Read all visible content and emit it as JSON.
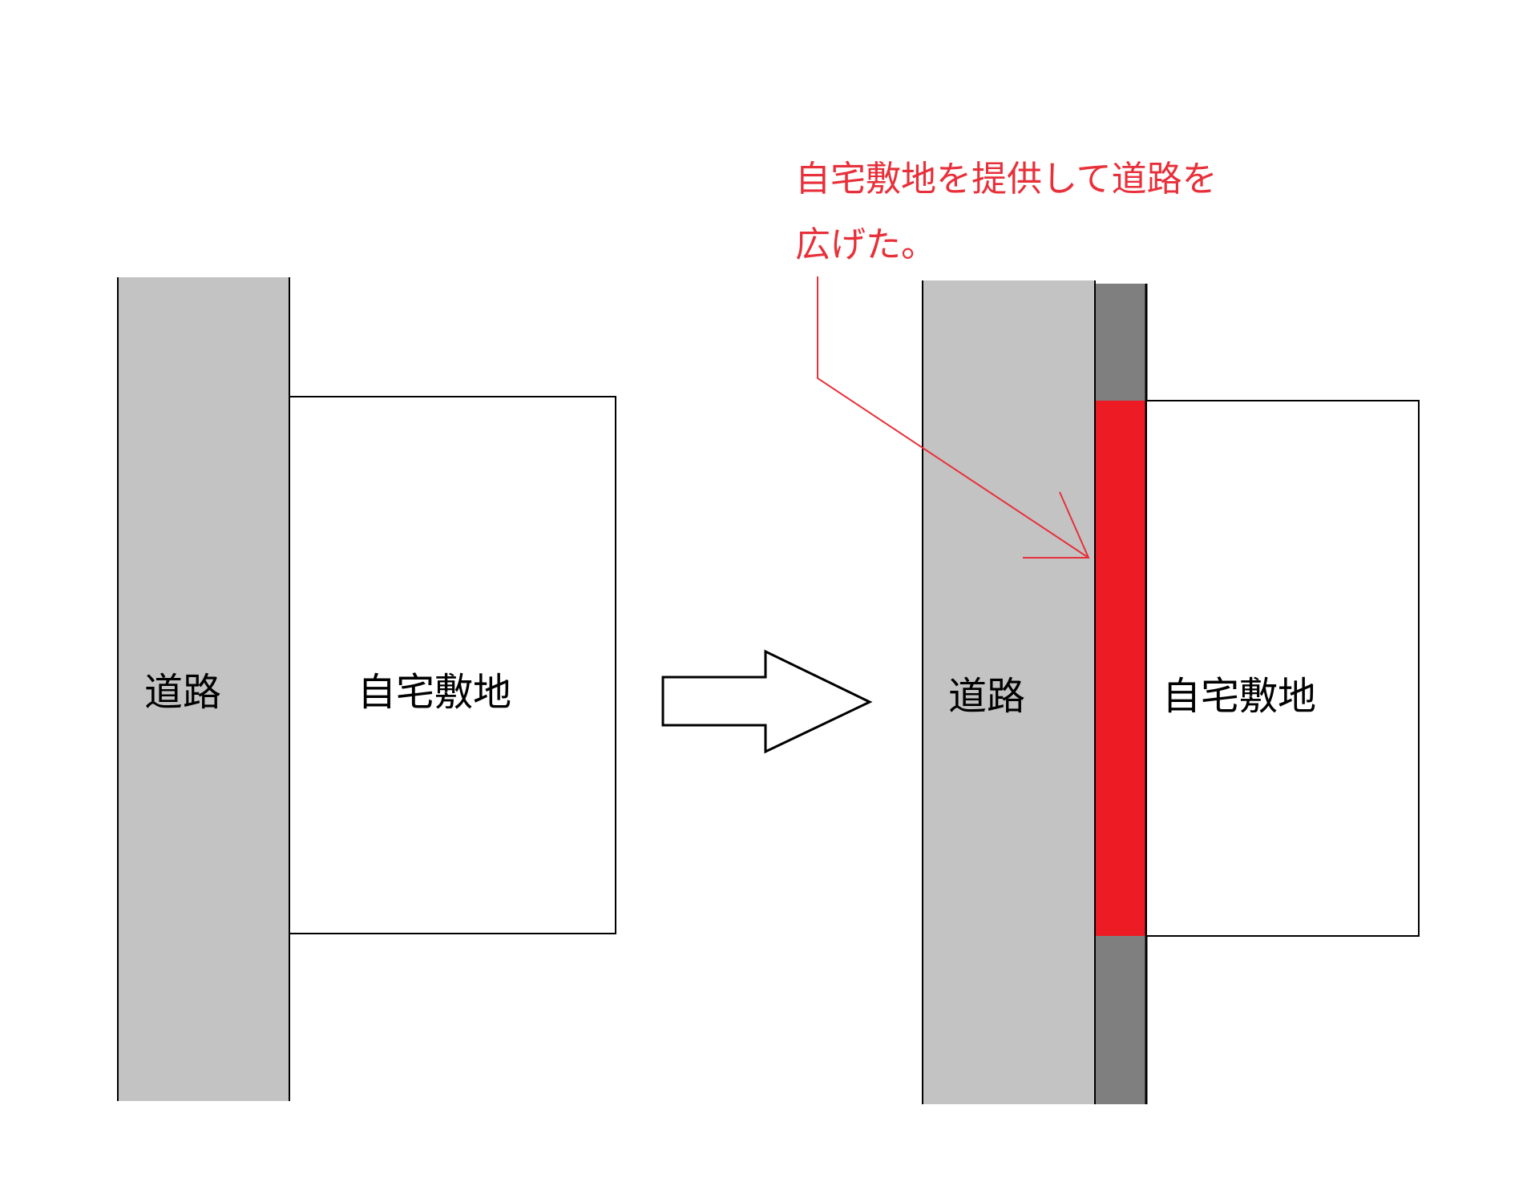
{
  "diagram": {
    "before": {
      "road_label": "道路",
      "lot_label": "自宅敷地"
    },
    "after": {
      "road_label": "道路",
      "lot_label": "自宅敷地"
    },
    "annotation": {
      "line1": "自宅敷地を提供して道路を",
      "line2": "広げた。"
    },
    "colors": {
      "road": "#c3c3c3",
      "existing_road_strip": "#7f7f7f",
      "provided_land": "#ed1c24",
      "annotation": "#e8303a",
      "outline": "#000000",
      "background": "#ffffff"
    }
  }
}
